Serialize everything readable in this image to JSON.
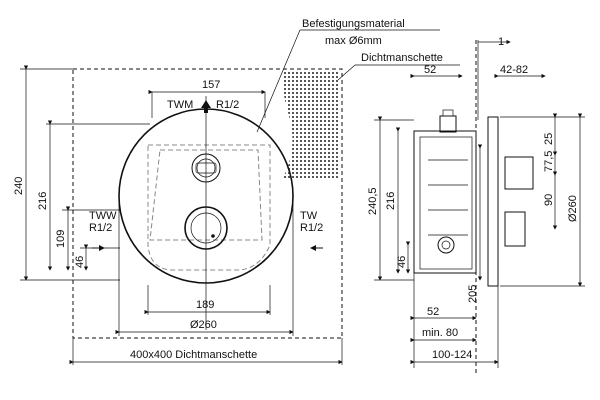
{
  "labels": {
    "befestigung": "Befestigungsmaterial",
    "max6": "max Ø6mm",
    "dicht_top_right": "Dichtmanschette",
    "twm": "TWM",
    "r12_top": "R1/2",
    "tww": "TWW",
    "r12_left": "R1/2",
    "tw": "TW",
    "r12_right": "R1/2",
    "bottom_dicht": "400x400  Dichtmanschette"
  },
  "front_dims": {
    "d157": "157",
    "d240": "240",
    "d216": "216",
    "d109": "109",
    "d46": "46",
    "d189": "189",
    "d260": "Ø260"
  },
  "side_dims": {
    "d1": "1",
    "d52_top": "52",
    "d42_82": "42-82",
    "d25": "25",
    "d77_5": "77,5",
    "d90": "90",
    "d260": "Ø260",
    "d240_5": "240,5",
    "d216": "216",
    "d46": "46",
    "d205": "205",
    "d52_bot": "52",
    "min80": "min. 80",
    "d100_124": "100-124"
  }
}
